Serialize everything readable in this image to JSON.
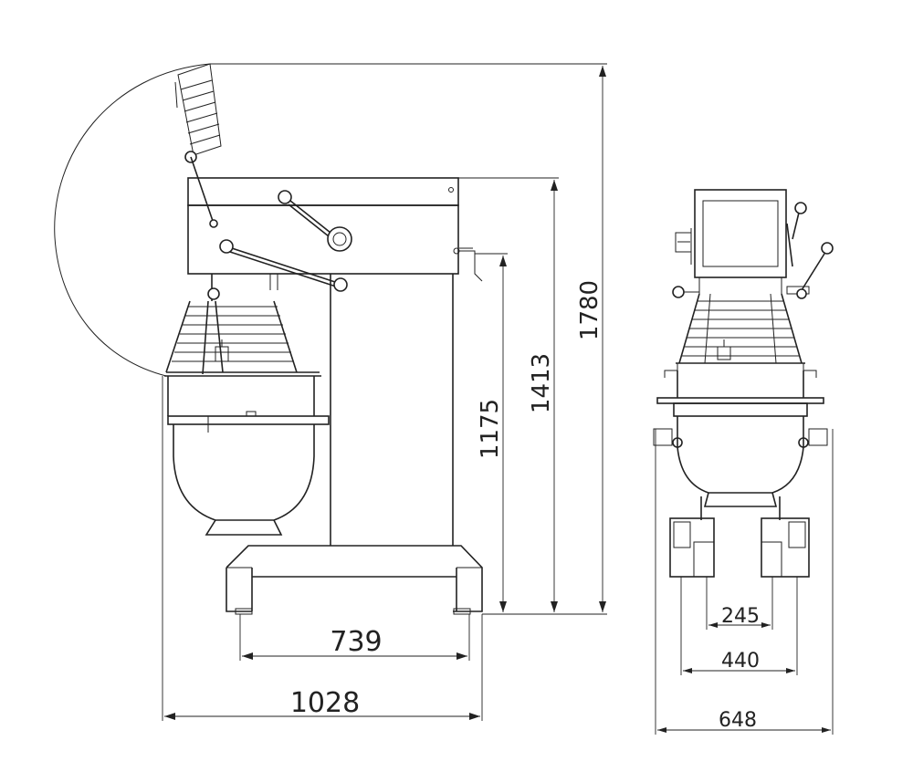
{
  "drawing": {
    "title": "",
    "line_color": "#222222",
    "background": "#ffffff"
  },
  "dimensions": {
    "side_view": {
      "total_height": "1780",
      "head_height": "1413",
      "bowl_lift_height": "1175",
      "leg_spacing": "739",
      "total_depth": "1028"
    },
    "front_view": {
      "inner_leg_spacing": "245",
      "leg_spacing": "440",
      "total_width": "648"
    }
  }
}
